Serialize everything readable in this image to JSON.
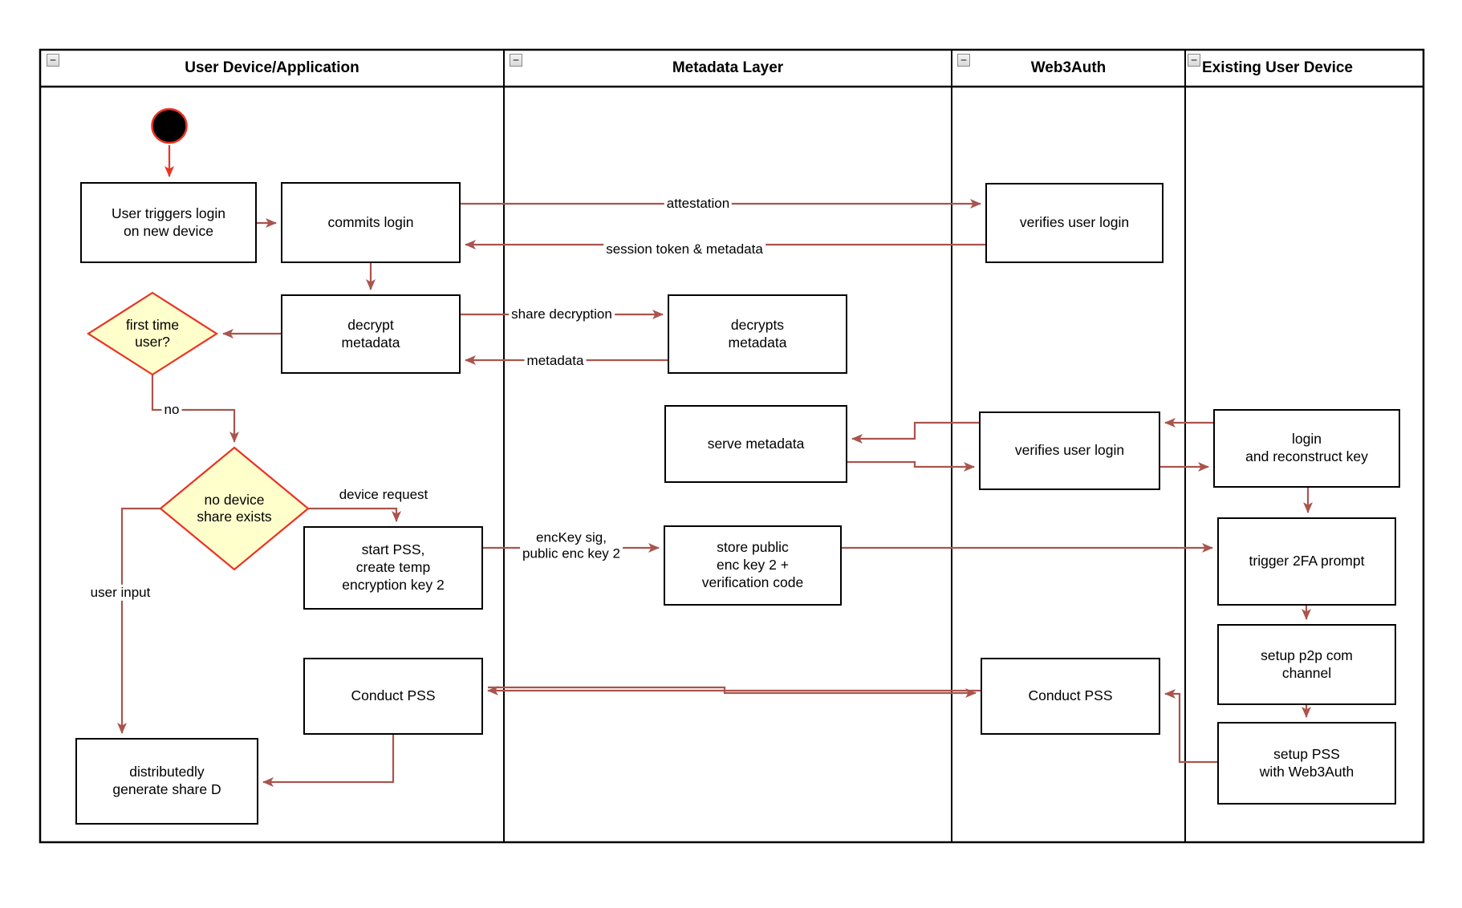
{
  "diagram": {
    "type": "swimlane-activity-diagram",
    "background": "#ffffff"
  },
  "colors": {
    "connector": "#a9544d",
    "accent_red": "#ea3323",
    "diamond_fill": "#ffffcc",
    "diamond_stroke": "#ea3323",
    "node_border": "#000000",
    "lane_border": "#000000"
  },
  "icons": {
    "collapse_glyph": "−"
  },
  "lanes": [
    {
      "label": "User Device/Application"
    },
    {
      "label": "Metadata Layer"
    },
    {
      "label": "Web3Auth"
    },
    {
      "label": "Existing User Device"
    }
  ],
  "nodes": {
    "start": {
      "type": "initial-node"
    },
    "user_triggers": {
      "label": "User triggers login\non new device"
    },
    "commits_login": {
      "label": "commits login"
    },
    "verifies_login_1": {
      "label": "verifies user login"
    },
    "decrypt_metadata": {
      "label": "decrypt\nmetadata"
    },
    "decrypts_metadata": {
      "label": "decrypts\nmetadata"
    },
    "first_time_user": {
      "label": "first time\nuser?"
    },
    "serve_metadata": {
      "label": "serve metadata"
    },
    "verifies_login_2": {
      "label": "verifies user login"
    },
    "login_reconstruct": {
      "label": "login\nand reconstruct key"
    },
    "no_device_share": {
      "label": "no device\nshare exists"
    },
    "start_pss": {
      "label": "start PSS,\ncreate temp\nencryption key 2"
    },
    "store_public": {
      "label": "store public\nenc key 2 +\nverification code"
    },
    "trigger_2fa": {
      "label": "trigger 2FA prompt"
    },
    "setup_p2p": {
      "label": "setup p2p com\nchannel"
    },
    "setup_pss": {
      "label": "setup PSS\nwith Web3Auth"
    },
    "conduct_pss_left": {
      "label": "Conduct PSS"
    },
    "conduct_pss_w3a": {
      "label": "Conduct PSS"
    },
    "distributedly": {
      "label": "distributedly\ngenerate share D"
    }
  },
  "edge_labels": {
    "attestation": "attestation",
    "session": "session token & metadata",
    "share_decryption": "share decryption",
    "metadata": "metadata",
    "enckey": "encKey sig,\npublic enc key 2",
    "device_request": "device request",
    "no": "no",
    "user_input": "user input"
  }
}
